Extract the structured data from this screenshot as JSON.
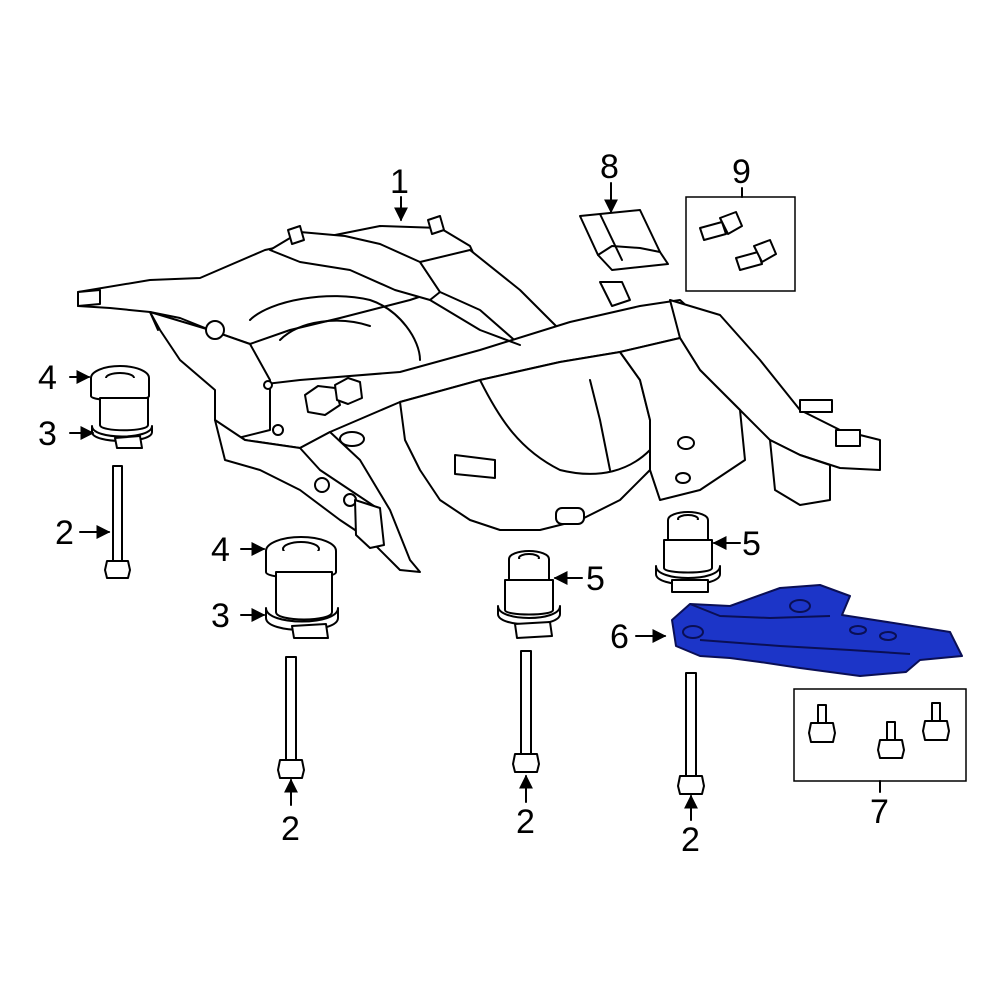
{
  "highlight_color": "#1c35c8",
  "callouts": {
    "c1": "1",
    "c2a": "2",
    "c2b": "2",
    "c2c": "2",
    "c2d": "2",
    "c3a": "3",
    "c3b": "3",
    "c4a": "4",
    "c4b": "4",
    "c5a": "5",
    "c5b": "5",
    "c6": "6",
    "c7": "7",
    "c8": "8",
    "c9": "9"
  }
}
